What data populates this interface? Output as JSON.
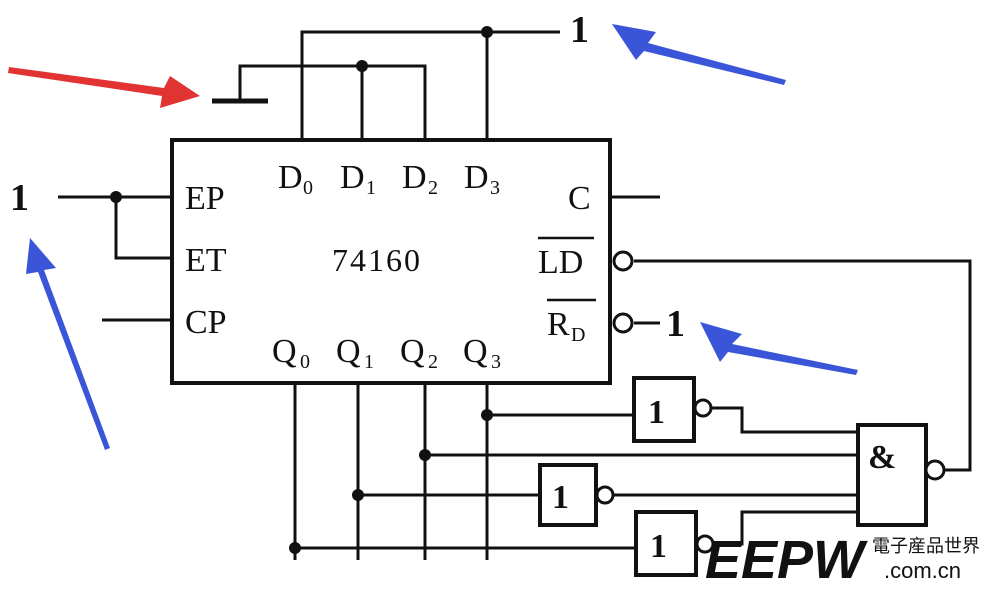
{
  "chip": {
    "name": "74160",
    "inputs_data": [
      {
        "letter": "D",
        "sub": "0"
      },
      {
        "letter": "D",
        "sub": "1"
      },
      {
        "letter": "D",
        "sub": "2"
      },
      {
        "letter": "D",
        "sub": "3"
      }
    ],
    "outputs_q": [
      {
        "letter": "Q",
        "sub": "0"
      },
      {
        "letter": "Q",
        "sub": "1"
      },
      {
        "letter": "Q",
        "sub": "2"
      },
      {
        "letter": "Q",
        "sub": "3"
      }
    ],
    "left_pins": [
      "EP",
      "ET",
      "CP"
    ],
    "right_pins": {
      "carry": "C",
      "load": "LD",
      "reset_letter": "R",
      "reset_sub": "D"
    }
  },
  "constants": {
    "top": "1",
    "left": "1",
    "reset": "1"
  },
  "gates": {
    "not_symbol": "1",
    "and_symbol": "&"
  },
  "watermark": {
    "logo": "EEPW",
    "chinese": "電子産品世界",
    "url": ".com.cn"
  },
  "colors": {
    "wire": "#111111",
    "arrow_blue": "#3a55d8",
    "arrow_red": "#e23333",
    "watermark": "#f0b8b8"
  }
}
